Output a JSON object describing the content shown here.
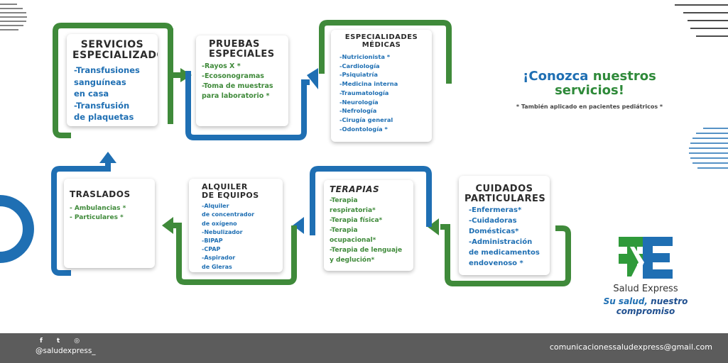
{
  "colors": {
    "green": "#3f8a3a",
    "blue": "#1f6fb3",
    "footer": "#5c5c5c"
  },
  "cards": {
    "servicios": {
      "title": [
        "SERVICIOS",
        "ESPECIALIZADOS"
      ],
      "items": [
        "-Transfusiones",
        "sanguíneas",
        "en casa",
        "-Transfusión",
        "de plaquetas"
      ]
    },
    "pruebas": {
      "title": [
        "PRUEBAS",
        "ESPECIALES"
      ],
      "items": [
        "-Rayos X *",
        "-Ecosonogramas",
        "-Toma de muestras",
        "para laboratorio *"
      ]
    },
    "especialidades": {
      "title": [
        "ESPECIALIDADES",
        "MÉDICAS"
      ],
      "items": [
        "-Nutricionista *",
        "-Cardiología",
        "-Psiquiatría",
        "-Medicina interna",
        "-Traumatología",
        "-Neurología",
        "-Nefrología",
        "-Cirugía general",
        "-Odontología *"
      ]
    },
    "traslados": {
      "title": [
        "TRASLADOS"
      ],
      "items": [
        "- Ambulancias *",
        "- Particulares *"
      ]
    },
    "alquiler": {
      "title": [
        "ALQUILER",
        "DE EQUIPOS"
      ],
      "items": [
        "-Alquiler",
        "de concentrador",
        "de oxígeno",
        "-Nebulizador",
        "-BIPAP",
        "-CPAP",
        "-Aspirador",
        "de Gleras"
      ]
    },
    "terapias": {
      "title": [
        "TERAPIAS"
      ],
      "items": [
        "-Terapia",
        "respiratoria*",
        "-Terapia física*",
        "-Terapia",
        "ocupacional*",
        "-Terapia de lenguaje",
        "y deglución*"
      ]
    },
    "cuidados": {
      "title": [
        "CUIDADOS",
        "PARTICULARES"
      ],
      "items": [
        "-Enfermeras*",
        "-Cuidadoras",
        "Domésticas*",
        "-Administración",
        "de medicamentos",
        "endovenoso *"
      ]
    }
  },
  "hero": {
    "line1_prefix": "¡Conozca ",
    "line1_accent": "nuestros",
    "line2": "servicios!",
    "note": "* También aplicado en pacientes pediátricos *"
  },
  "brand": {
    "name": "Salud Express",
    "slogan_prefix": "Su salud, ",
    "slogan_rest": "nuestro compromiso"
  },
  "footer": {
    "social_icons": [
      "f",
      "t",
      "◎"
    ],
    "handle": "@saludexpress_",
    "email": "comunicacionessaludexpress@gmail.com"
  }
}
